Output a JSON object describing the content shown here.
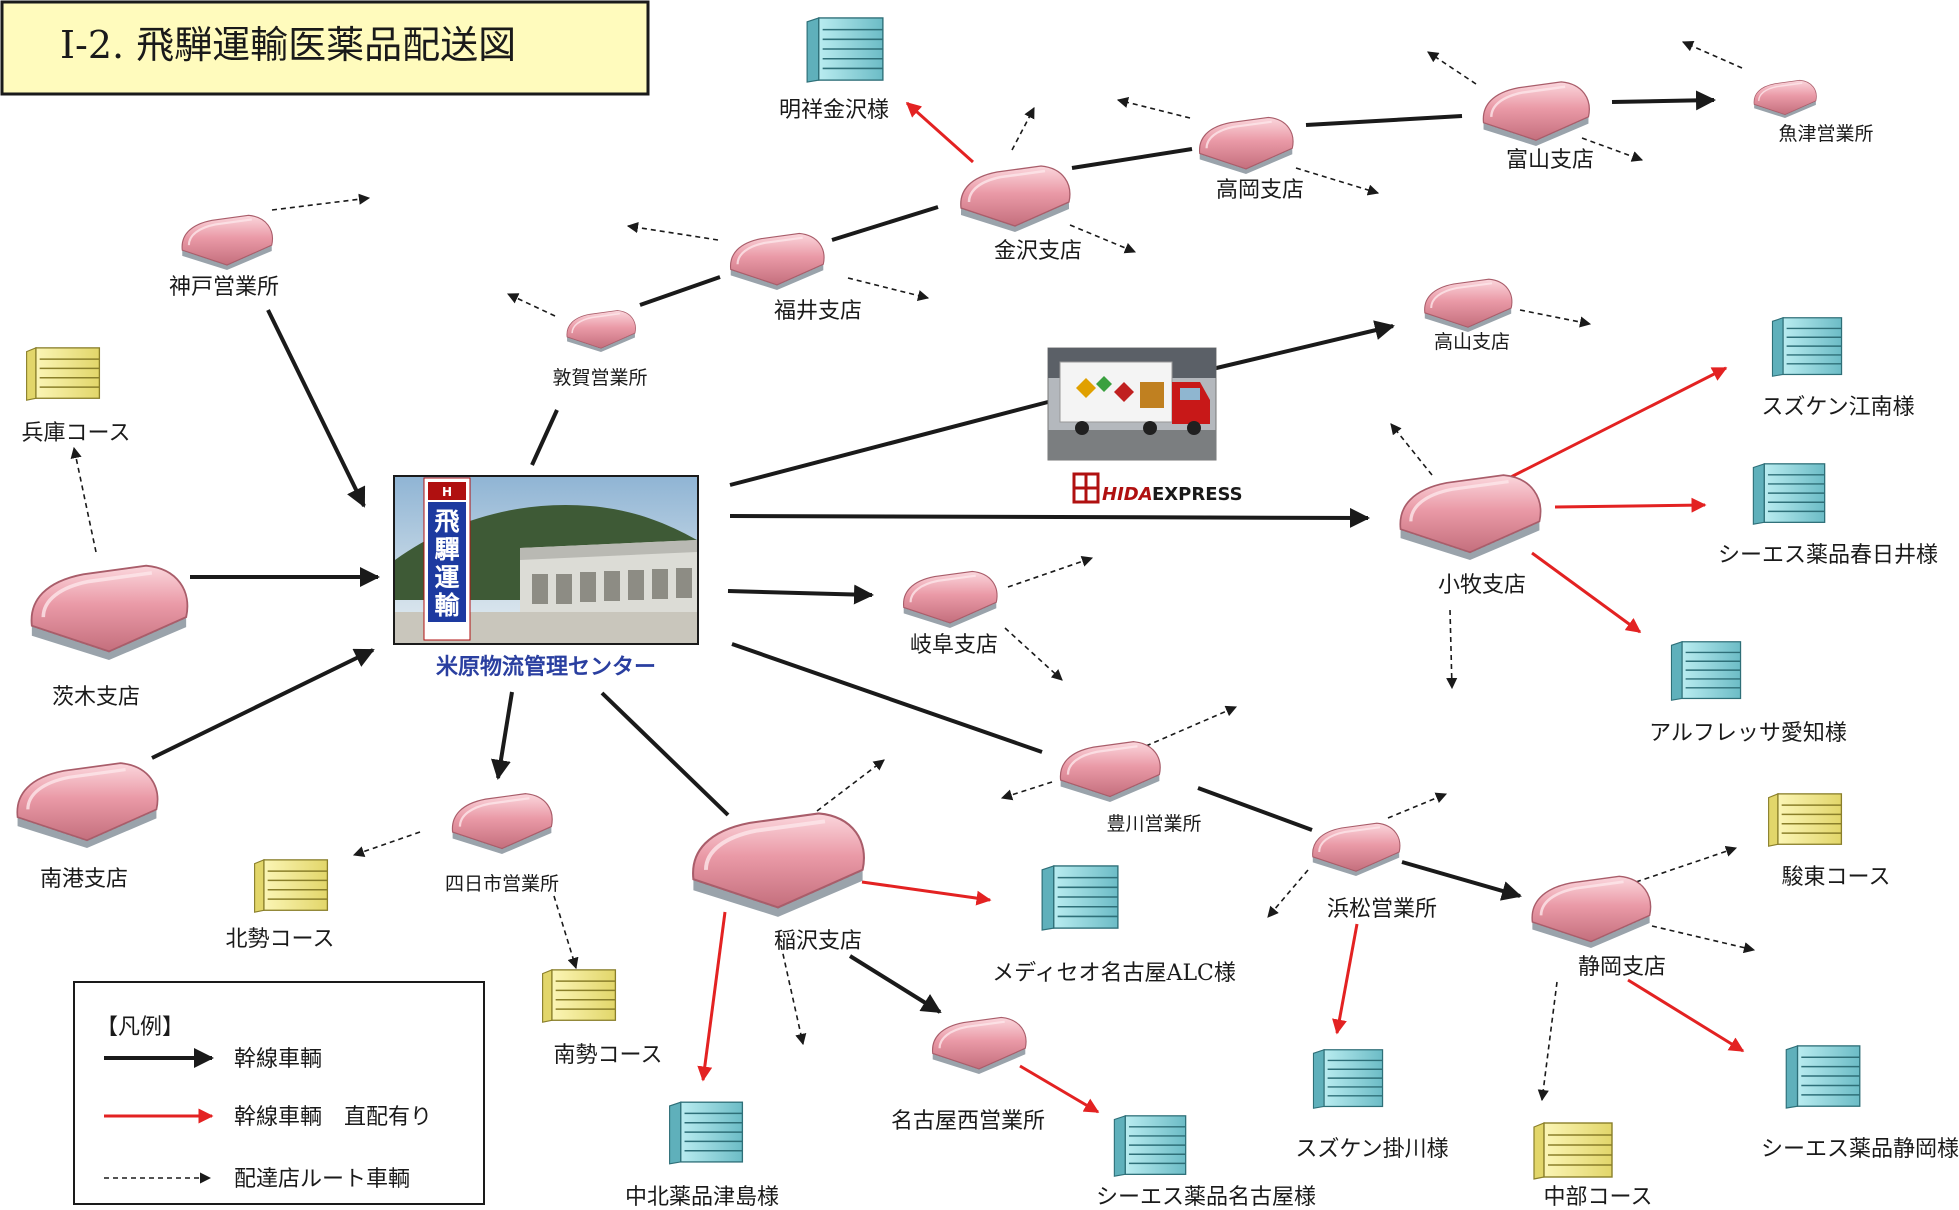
{
  "title": "Ⅰ-2. 飛騨運輸医薬品配送図",
  "colors": {
    "trunk": "#1a1a1a",
    "direct": "#e32222",
    "route": "#1a1a1a",
    "warehouse": "#e898a4",
    "facility": "#8fd4dc",
    "course": "#f2e886",
    "title_bg": "#fffbbd",
    "center_label": "#2a3fa0"
  },
  "center": {
    "label": "米原物流管理センター",
    "sign_text": "飛驒運輸"
  },
  "brand": {
    "hida": "HIDA",
    "express": "EXPRESS"
  },
  "nodes": {
    "kobe": "神戸営業所",
    "hyogo": "兵庫コース",
    "ibaraki": "茨木支店",
    "nanko": "南港支店",
    "tsuruga": "敦賀営業所",
    "fukui": "福井支店",
    "kanazawa": "金沢支店",
    "meisho": "明祥金沢様",
    "takaoka": "高岡支店",
    "toyama": "富山支店",
    "uozu": "魚津営業所",
    "takayama": "高山支店",
    "suzuken_konan": "スズケン江南様",
    "ces_kasugai": "シーエス薬品春日井様",
    "komaki": "小牧支店",
    "alfresa": "アルフレッサ愛知様",
    "gifu": "岐阜支店",
    "yokkaichi": "四日市営業所",
    "hokusei": "北勢コース",
    "nansei": "南勢コース",
    "inazawa": "稲沢支店",
    "medisseo": "メディセオ名古屋ALC様",
    "chuhoku": "中北薬品津島様",
    "nagoya_nishi": "名古屋西営業所",
    "ces_nagoya": "シーエス薬品名古屋様",
    "toyokawa": "豊川営業所",
    "hamamatsu": "浜松営業所",
    "suzuken_kakegawa": "スズケン掛川様",
    "shizuoka": "静岡支店",
    "sunto": "駿東コース",
    "ces_shizuoka": "シーエス薬品静岡様",
    "chubu": "中部コース"
  },
  "legend": {
    "heading": "【凡例】",
    "items": [
      {
        "style": "trunk",
        "label": "幹線車輌"
      },
      {
        "style": "direct",
        "label": "幹線車輌　直配有り"
      },
      {
        "style": "route",
        "label": "配達店ルート車輌"
      }
    ]
  }
}
